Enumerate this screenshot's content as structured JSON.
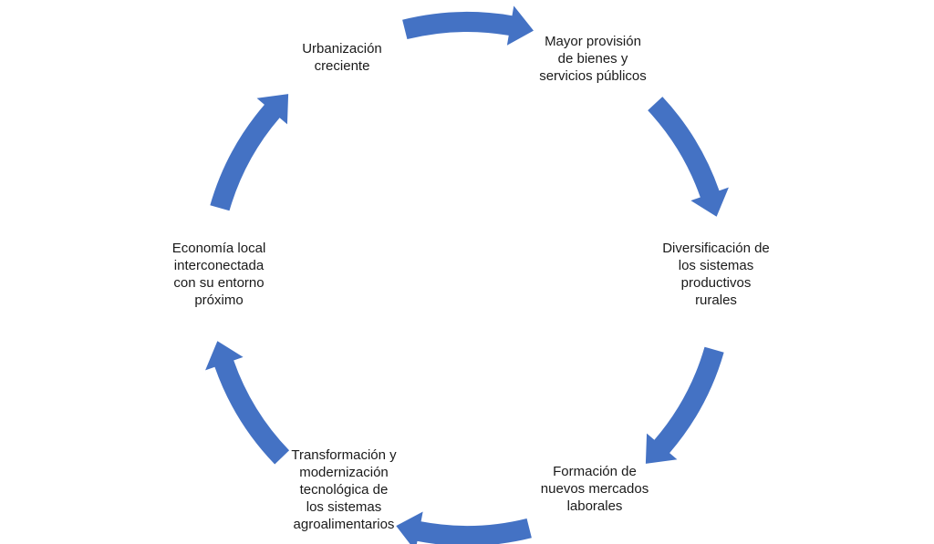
{
  "diagram": {
    "type": "cycle",
    "arrow_color": "#4472C4",
    "nodes": [
      {
        "id": "urbanizacion",
        "label": "Urbanización\ncreciente"
      },
      {
        "id": "provision",
        "label": "Mayor provisión\nde bienes y\nservicios públicos"
      },
      {
        "id": "diversificacion",
        "label": "Diversificación de\nlos sistemas\nproductivos\nrurales"
      },
      {
        "id": "mercados",
        "label": "Formación de\nnuevos mercados\nlaborales"
      },
      {
        "id": "transformacion",
        "label": "Transformación y\nmodernización\ntecnológica de\nlos sistemas\nagroalimentarios"
      },
      {
        "id": "economia",
        "label": "Economía local\ninterconectada\ncon su entorno\npróximo"
      }
    ],
    "edges": [
      {
        "from": "urbanizacion",
        "to": "provision"
      },
      {
        "from": "provision",
        "to": "diversificacion"
      },
      {
        "from": "diversificacion",
        "to": "mercados"
      },
      {
        "from": "mercados",
        "to": "transformacion"
      },
      {
        "from": "transformacion",
        "to": "economia"
      },
      {
        "from": "economia",
        "to": "urbanizacion"
      }
    ]
  }
}
